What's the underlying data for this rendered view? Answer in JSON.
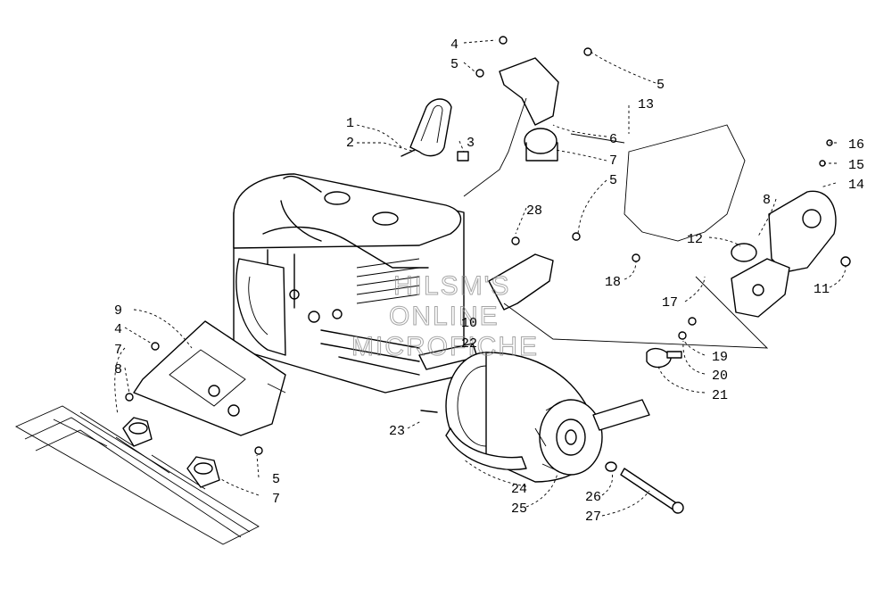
{
  "watermark": [
    "HILSM'S",
    "ONLINE",
    "MICROFICHE"
  ],
  "callouts": {
    "c1": "1",
    "c2": "2",
    "c3": "3",
    "c4a": "4",
    "c5a": "5",
    "c5b": "5",
    "c13": "13",
    "c6": "6",
    "c7a": "7",
    "c16": "16",
    "c15": "15",
    "c14": "14",
    "c8a": "8",
    "c5c": "5",
    "c28": "28",
    "c12": "12",
    "c18": "18",
    "c11": "11",
    "c17": "17",
    "c10": "10",
    "c22": "22",
    "c9": "9",
    "c4b": "4",
    "c7b": "7",
    "c8b": "8",
    "c19": "19",
    "c20": "20",
    "c21": "21",
    "c23": "23",
    "c5d": "5",
    "c7c": "7",
    "c24": "24",
    "c25": "25",
    "c26": "26",
    "c27": "27"
  }
}
